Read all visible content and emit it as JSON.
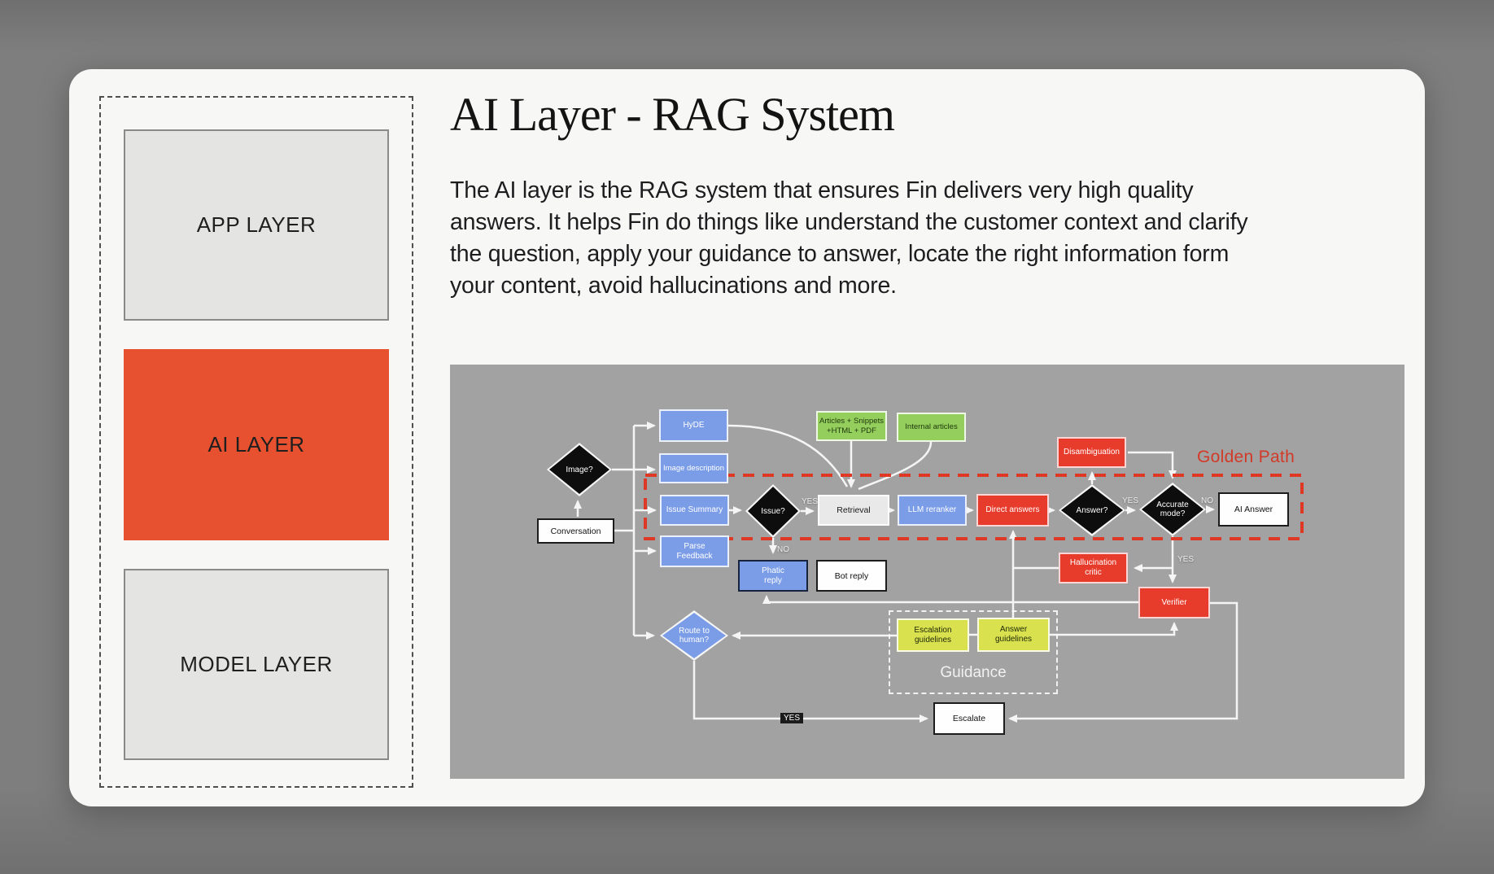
{
  "header": {
    "title": "AI Layer - RAG System",
    "description": "The AI layer is the RAG system that ensures Fin delivers very high quality answers. It helps Fin do things like understand the customer context and clarify the question, apply your guidance to answer, locate the right information form your content, avoid hallucinations and more."
  },
  "sidebar": {
    "layers": {
      "app": {
        "label": "APP LAYER",
        "active": false
      },
      "ai": {
        "label": "AI LAYER",
        "active": true
      },
      "model": {
        "label": "MODEL LAYER",
        "active": false
      }
    }
  },
  "colors": {
    "accent_orange": "#E8512F",
    "node_blue": "#7B9DE8",
    "node_red": "#E73B2B",
    "node_green": "#94CE5C",
    "node_yellow": "#D9E24E",
    "node_black": "#0D0D0D",
    "golden_path_red": "#D8382A",
    "panel_gray": "#A2A2A2",
    "card_background": "#F7F7F6"
  },
  "diagram": {
    "nodes": {
      "conversation": {
        "label": "Conversation"
      },
      "image_question": {
        "label": "Image?"
      },
      "hyde": {
        "label": "HyDE"
      },
      "image_description": {
        "label": "Image description"
      },
      "issue_summary": {
        "label": "Issue Summary"
      },
      "parse_feedback": {
        "label": "Parse\nFeedback"
      },
      "issue_question": {
        "label": "Issue?"
      },
      "retrieval": {
        "label": "Retrieval"
      },
      "llm_reranker": {
        "label": "LLM reranker"
      },
      "direct_answers": {
        "label": "Direct answers"
      },
      "answer_question": {
        "label": "Answer?"
      },
      "disambiguation": {
        "label": "Disambiguation"
      },
      "accurate_mode_question": {
        "label": "Accurate\nmode?"
      },
      "ai_answer": {
        "label": "AI Answer"
      },
      "articles_snippets": {
        "label": "Articles + Snippets\n+HTML + PDF"
      },
      "internal_articles": {
        "label": "Internal articles"
      },
      "hallucination_critic": {
        "label": "Hallucination\ncritic"
      },
      "verifier": {
        "label": "Verifier"
      },
      "escalation_guidelines": {
        "label": "Escalation\nguidelines"
      },
      "answer_guidelines": {
        "label": "Answer\nguidelines"
      },
      "guidance_group": {
        "label": "Guidance"
      },
      "escalate": {
        "label": "Escalate"
      },
      "phatic_reply": {
        "label": "Phatic\nreply"
      },
      "bot_reply": {
        "label": "Bot reply"
      },
      "route_to_human_question": {
        "label": "Route to\nhuman?"
      }
    },
    "edge_labels": {
      "issue_yes": "YES",
      "issue_no": "NO",
      "answer_yes": "YES",
      "accurate_no": "NO",
      "accurate_yes": "YES",
      "route_yes": "YES"
    },
    "golden_path_label": "Golden Path"
  }
}
